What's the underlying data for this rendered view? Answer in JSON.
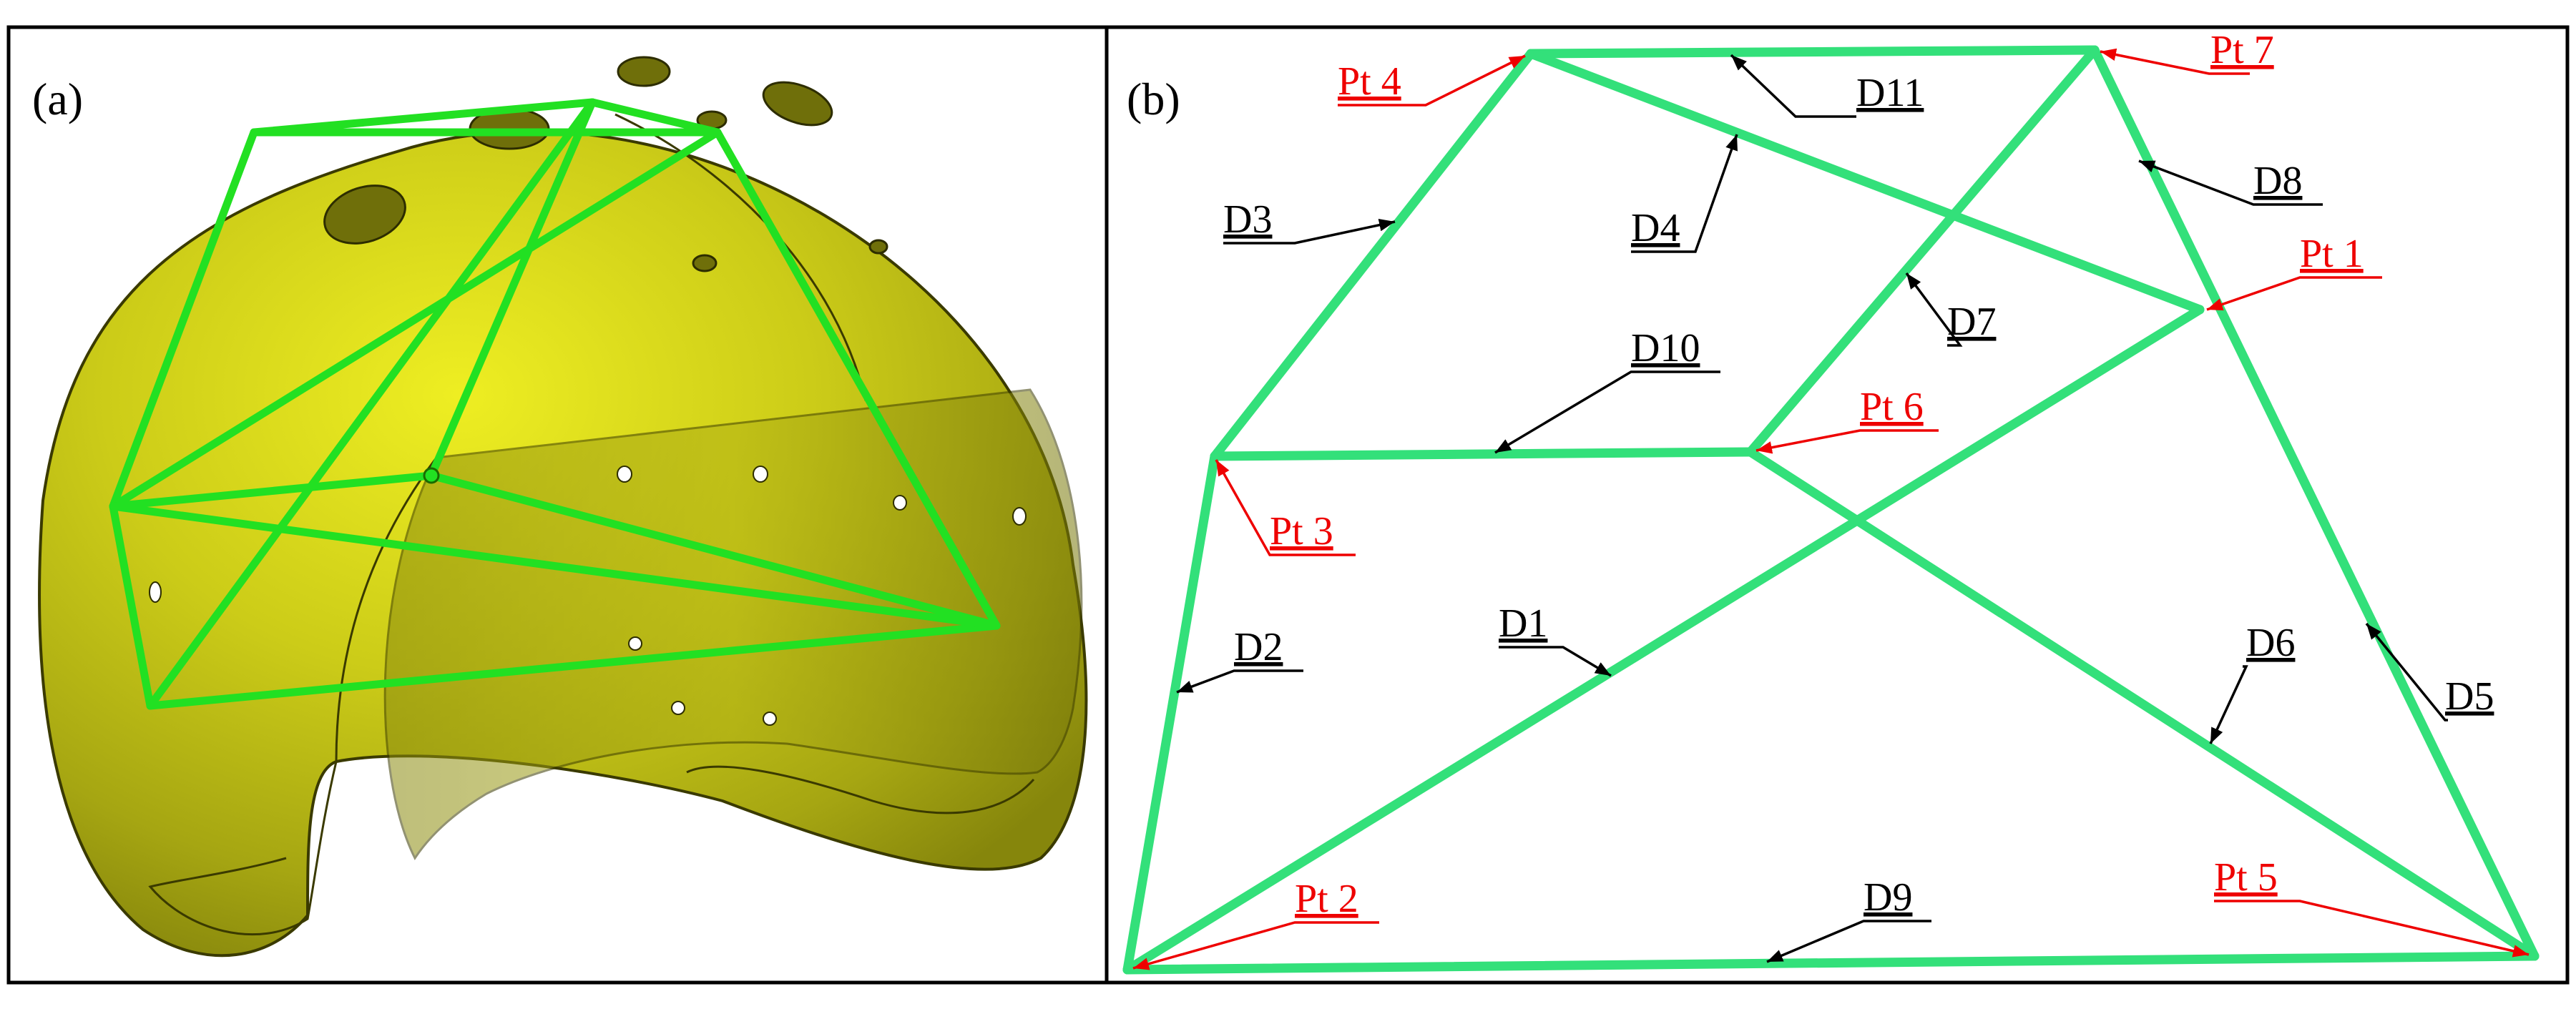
{
  "panels": {
    "a": {
      "label": "(a)"
    },
    "b": {
      "label": "(b)"
    }
  },
  "points": {
    "pt1": "Pt 1",
    "pt2": "Pt 2",
    "pt3": "Pt 3",
    "pt4": "Pt 4",
    "pt5": "Pt 5",
    "pt6": "Pt 6",
    "pt7": "Pt 7"
  },
  "distances": {
    "d1": "D1",
    "d2": "D2",
    "d3": "D3",
    "d4": "D4",
    "d5": "D5",
    "d6": "D6",
    "d7": "D7",
    "d8": "D8",
    "d9": "D9",
    "d10": "D10",
    "d11": "D11"
  },
  "colors": {
    "line_green": "#33e07a",
    "frame_green": "#22e022",
    "point_label": "#ee0000",
    "leader_black": "#000000",
    "helmet_yellow": "#c9c918",
    "border": "#000000"
  }
}
